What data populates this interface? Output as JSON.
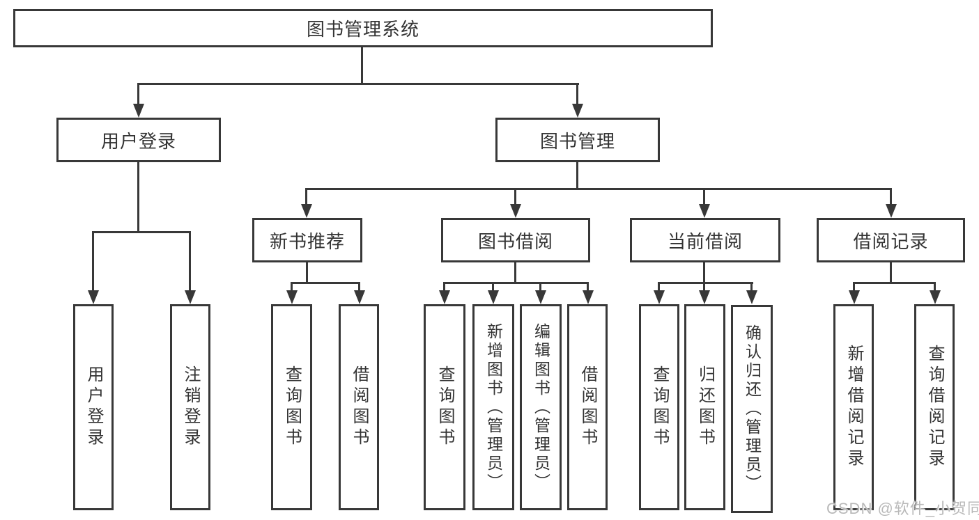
{
  "diagram_title": "图书管理系统",
  "nodes": {
    "root": {
      "label": "图书管理系统"
    },
    "user_login": {
      "label": "用户登录"
    },
    "book_mgmt": {
      "label": "图书管理"
    },
    "new_book": {
      "label": "新书推荐"
    },
    "book_borrow": {
      "label": "图书借阅"
    },
    "current_borrow": {
      "label": "当前借阅"
    },
    "borrow_record": {
      "label": "借阅记录"
    },
    "leaf_user_login": {
      "label": "用户登录"
    },
    "leaf_logout": {
      "label": "注销登录"
    },
    "leaf_nb_query": {
      "label": "查询图书"
    },
    "leaf_nb_borrow": {
      "label": "借阅图书"
    },
    "leaf_bb_query": {
      "label": "查询图书"
    },
    "leaf_bb_add": {
      "label": "新增图书（管理员）"
    },
    "leaf_bb_edit": {
      "label": "编辑图书（管理员）"
    },
    "leaf_bb_borrow": {
      "label": "借阅图书"
    },
    "leaf_cb_query": {
      "label": "查询图书"
    },
    "leaf_cb_return": {
      "label": "归还图书"
    },
    "leaf_cb_confirm": {
      "label": "确认归还（管理员）"
    },
    "leaf_br_add": {
      "label": "新增借阅记录"
    },
    "leaf_br_query": {
      "label": "查询借阅记录"
    }
  },
  "hierarchy": {
    "图书管理系统": {
      "用户登录": [
        "用户登录",
        "注销登录"
      ],
      "图书管理": {
        "新书推荐": [
          "查询图书",
          "借阅图书"
        ],
        "图书借阅": [
          "查询图书",
          "新增图书（管理员）",
          "编辑图书（管理员）",
          "借阅图书"
        ],
        "当前借阅": [
          "查询图书",
          "归还图书",
          "确认归还（管理员）"
        ],
        "借阅记录": [
          "新增借阅记录",
          "查询借阅记录"
        ]
      }
    }
  },
  "watermark": {
    "text": "CSDN @软件_小贺同学"
  },
  "colors": {
    "line": "#383838",
    "box_border": "#383838",
    "text": "#333333",
    "watermark": "#b9b9b9",
    "background": "#ffffff"
  }
}
